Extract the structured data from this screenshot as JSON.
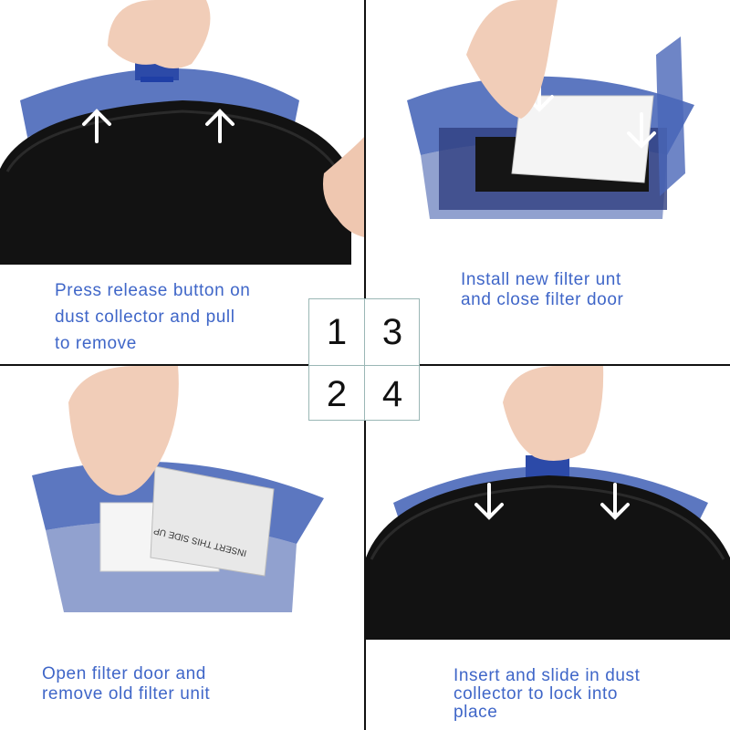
{
  "steps": [
    {
      "number": "1",
      "caption": "Press release button on\ndust collector and pull\nto remove"
    },
    {
      "number": "2",
      "caption": "Open filter door and\nremove old filter unit"
    },
    {
      "number": "3",
      "caption": "Install new filter unt\nand close filter door"
    },
    {
      "number": "4",
      "caption": "Insert and slide in dust\ncollector to lock into\nplace"
    }
  ],
  "filter_label": "INSERT THIS SIDE UP",
  "colors": {
    "caption": "#3f66c8",
    "bin_blue": "#3654a8",
    "filter_black": "#121212",
    "skin": "#f1cdb8",
    "grid": "#111111",
    "number_box_border": "#9ab7b5"
  }
}
